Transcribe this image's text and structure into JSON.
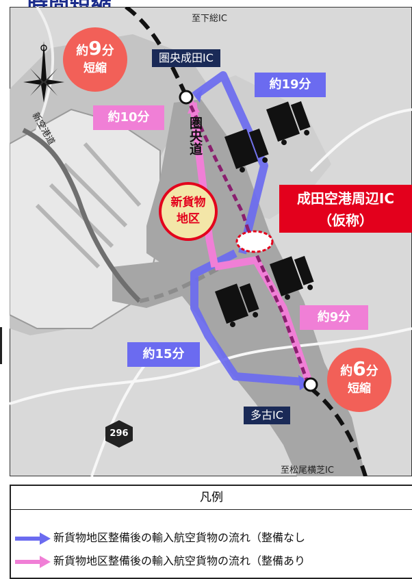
{
  "title_fragment": "時間短縮",
  "map": {
    "labels": {
      "to_shimofusa": "至下総IC",
      "to_matsuo": "至松尾横芝IC",
      "ken_o_road": "圏央道",
      "shinkuko_road": "新空港道",
      "route_number": "296"
    },
    "interchanges": {
      "narita": "圏央成田IC",
      "tako": "多古IC"
    },
    "proposed_ic": {
      "line1": "成田空港周辺IC",
      "line2": "（仮称）"
    },
    "new_cargo_area": {
      "line1": "新貨物",
      "line2": "地区"
    },
    "times": {
      "blue_north": "約19分",
      "pink_north": "約10分",
      "blue_south": "約15分",
      "pink_south": "約9分"
    },
    "savings": {
      "north": {
        "prefix": "約",
        "value": "9",
        "unit": "分",
        "label": "短縮"
      },
      "south": {
        "prefix": "約",
        "value": "6",
        "unit": "分",
        "label": "短縮"
      }
    },
    "colors": {
      "blue_route": "#6b6bf0",
      "pink_route": "#f07fd6",
      "saving_circle": "#f26058",
      "proposed_ic_box": "#e3001c",
      "ic_label": "#1a2a57"
    }
  },
  "legend": {
    "title": "凡例",
    "items": [
      {
        "label": "新貨物地区整備後の輸入航空貨物の流れ（整備なし",
        "color": "#6b6bf0"
      },
      {
        "label": "新貨物地区整備後の輸入航空貨物の流れ（整備あり",
        "color": "#f07fd6"
      }
    ]
  }
}
